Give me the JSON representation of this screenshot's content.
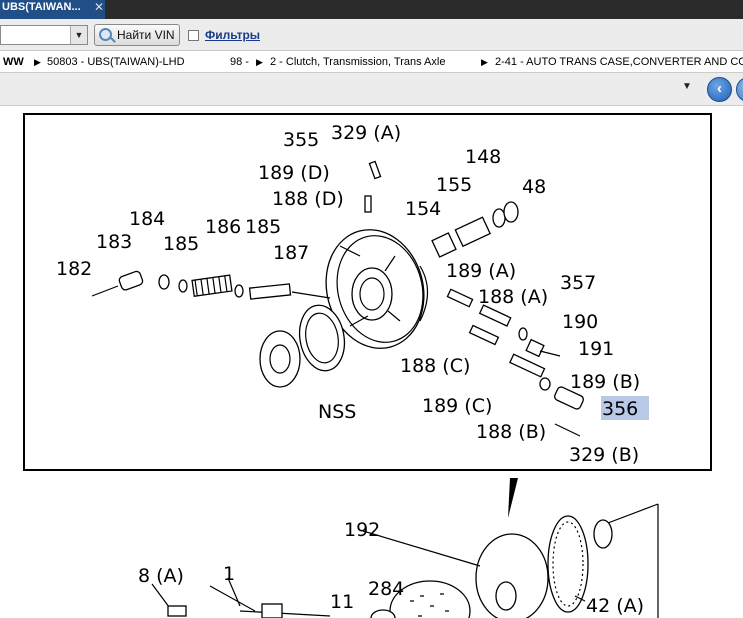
{
  "tab": {
    "title": "UBS(TAIWAN...",
    "close": "✕"
  },
  "toolbar": {
    "vin_button": "Найти VIN",
    "filters": "Фильтры"
  },
  "breadcrumb": {
    "c1": "WW",
    "c2": "50803 - UBS(TAIWAN)-LHD",
    "c3": "98 -",
    "c4": "2 - Clutch, Transmission, Trans Axle",
    "c5": "2-41 - AUTO TRANS CASE,CONVERTER AND CO"
  },
  "diagram": {
    "labels": {
      "l355": "355",
      "l329a": "329 (A)",
      "l148": "148",
      "l189d": "189 (D)",
      "l155": "155",
      "l48": "48",
      "l188d": "188 (D)",
      "l154": "154",
      "l184": "184",
      "l183": "183",
      "l185a": "185",
      "l186": "186",
      "l185b": "185",
      "l187": "187",
      "l182": "182",
      "l189a": "189 (A)",
      "l357": "357",
      "l188a": "188 (A)",
      "l190": "190",
      "l191": "191",
      "l188c": "188 (C)",
      "l189b": "189 (B)",
      "lnss": "NSS",
      "l189c": "189 (C)",
      "l356": "356",
      "l188b": "188 (B)",
      "l329b": "329 (B)",
      "l192": "192",
      "l8a": "8 (A)",
      "l1": "1",
      "l284": "284",
      "l11": "11",
      "l42a": "42 (A)"
    },
    "highlight": "#b7c9e6"
  }
}
